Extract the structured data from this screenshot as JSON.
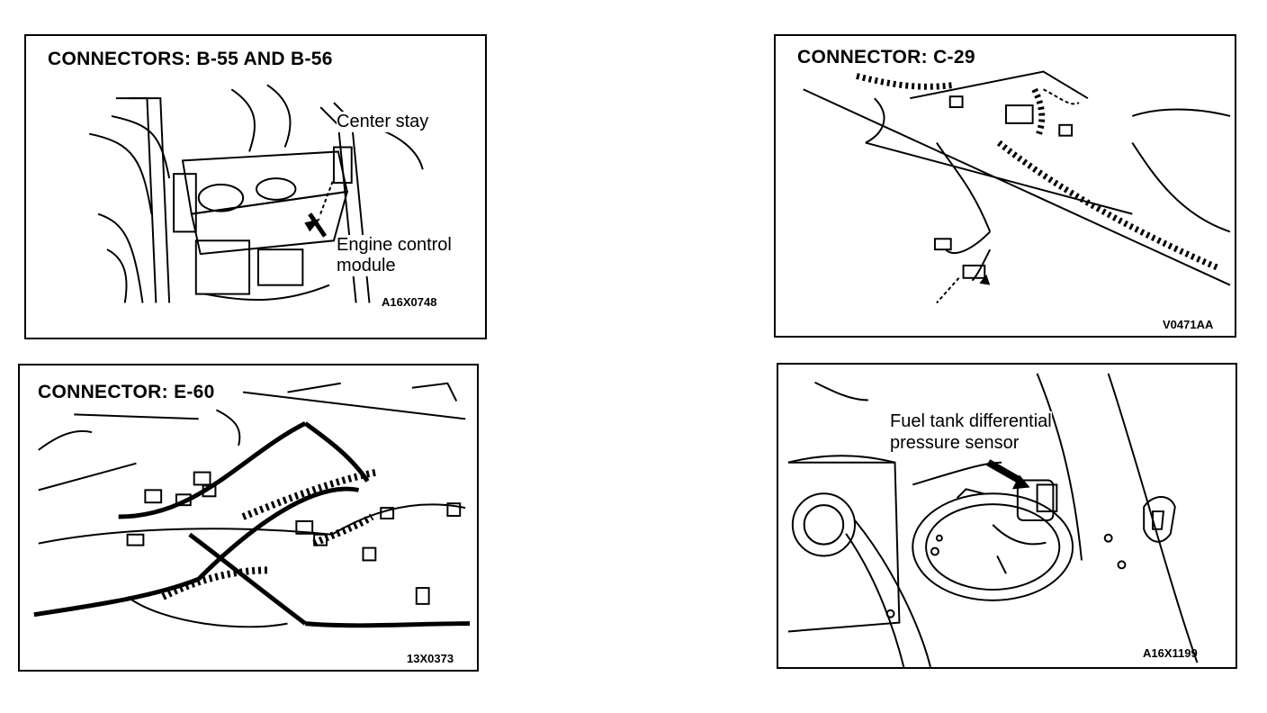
{
  "panels": [
    {
      "title": "CONNECTORS:  B-55  AND  B-56",
      "labels": [
        "Center stay",
        "Engine control",
        "module"
      ],
      "code": "A16X0748"
    },
    {
      "title": "CONNECTOR:  C-29",
      "labels": [],
      "code": "V0471AA"
    },
    {
      "title": "CONNECTOR:  E-60",
      "labels": [],
      "code": "13X0373"
    },
    {
      "title": "",
      "labels": [
        "Fuel tank differential",
        "pressure sensor"
      ],
      "code": "A16X1199"
    }
  ]
}
